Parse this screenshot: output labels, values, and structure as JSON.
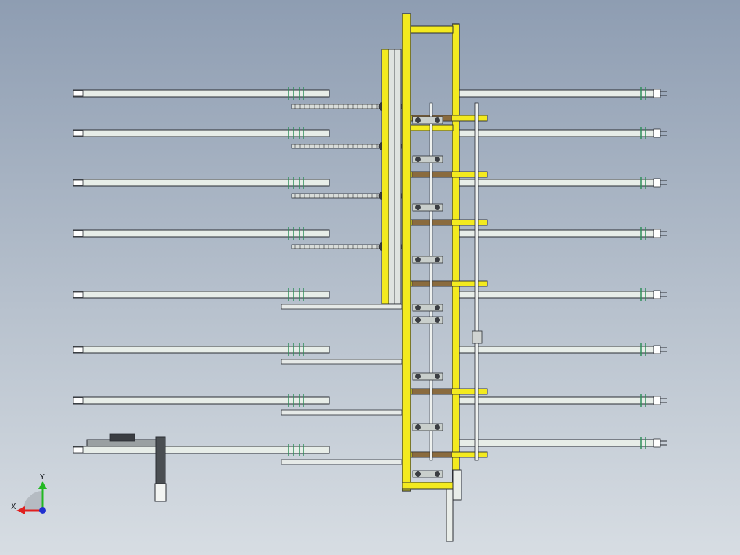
{
  "viewport": {
    "kind": "3d-cad-model-view",
    "background_top": "#8e9db2",
    "background_bottom": "#d7dde3"
  },
  "model": {
    "description_icon": "assembly-top-view",
    "left_arm_count": 8,
    "right_arm_count": 8,
    "colors": {
      "frame": "#f3ea1f",
      "arm": "#e7ede8",
      "outline": "#2a2d33",
      "brown_plate": "#8a6b3e",
      "dark_part": "#3a3d42",
      "green_fastener": "#2f8f5b"
    }
  },
  "triad": {
    "x_label": "X",
    "y_label": "Y",
    "x_color": "#e02020",
    "y_color": "#22b822",
    "z_color": "#2030d0"
  }
}
